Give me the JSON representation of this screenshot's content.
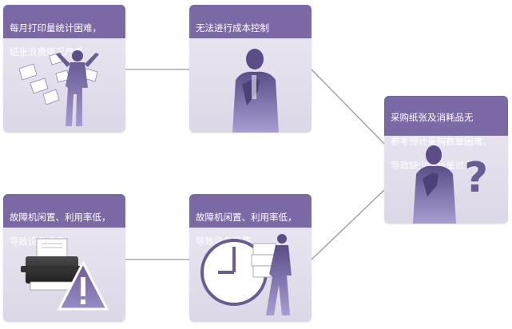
{
  "cards": [
    {
      "id": "monthly-print",
      "line1": "每月打印量统计困难，",
      "line2": "纸张浪费情况严重",
      "icon": "stressed-person-with-flying-papers-icon"
    },
    {
      "id": "cost-control",
      "line1": "无法进行成本控制",
      "icon": "thinking-businessman-icon"
    },
    {
      "id": "procurement",
      "line1": "采购纸张及消耗品无",
      "line2": "参考预计采购数量困难，",
      "line3": "导致缺少或余量过多",
      "icon": "businessman-with-question-mark-icon"
    },
    {
      "id": "idle-printer",
      "line1": "故障机闲置、利用率低，",
      "line2": "导致设备浪费",
      "icon": "printer-with-warning-icon"
    },
    {
      "id": "idle-clock",
      "line1": "故障机闲置、利用率低，",
      "line2": "导致设备浪费",
      "icon": "clock-and-person-carrying-boxes-icon"
    }
  ],
  "colors": {
    "header": "#7b69a5",
    "card_bg": "#e6e2ee",
    "figure": "#8a78b8",
    "connector": "#9a9a9a"
  }
}
